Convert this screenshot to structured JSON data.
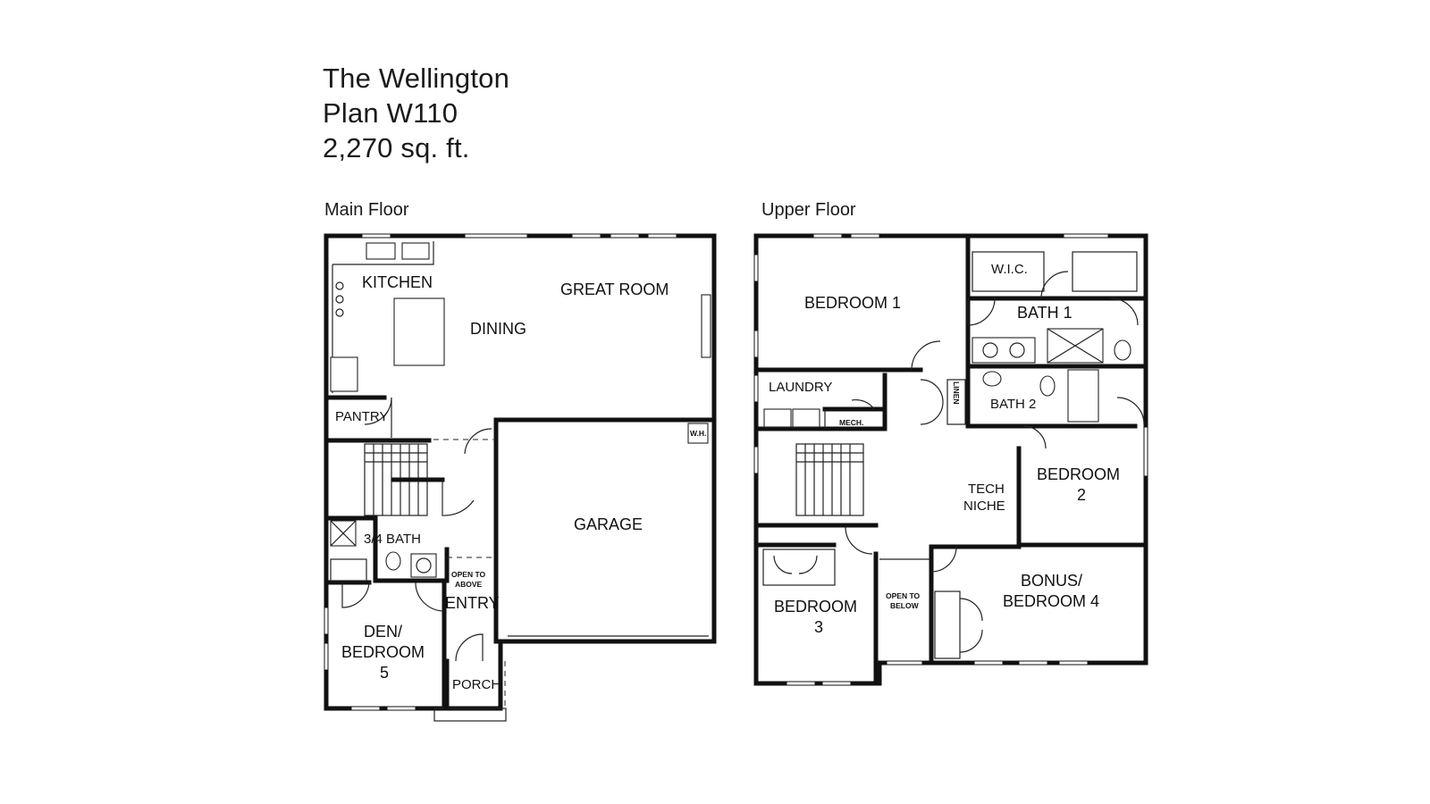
{
  "plan": {
    "name": "The Wellington",
    "plan_number": "Plan W110",
    "area": "2,270 sq. ft."
  },
  "main_floor": {
    "label": "Main Floor",
    "rooms": {
      "kitchen": "KITCHEN",
      "dining": "DINING",
      "great_room": "GREAT ROOM",
      "pantry": "PANTRY",
      "garage": "GARAGE",
      "wh": "W.H.",
      "bath34": "3/4 BATH",
      "open_above_1": "OPEN TO",
      "open_above_2": "ABOVE",
      "entry": "ENTRY",
      "den_1": "DEN/",
      "den_2": "BEDROOM",
      "den_3": "5",
      "porch": "PORCH"
    }
  },
  "upper_floor": {
    "label": "Upper Floor",
    "rooms": {
      "bedroom1": "BEDROOM 1",
      "wic": "W.I.C.",
      "bath1": "BATH 1",
      "laundry": "LAUNDRY",
      "linen": "LINEN",
      "bath2": "BATH 2",
      "mech": "MECH.",
      "tech_1": "TECH",
      "tech_2": "NICHE",
      "bedroom2_1": "BEDROOM",
      "bedroom2_2": "2",
      "bedroom3_1": "BEDROOM",
      "bedroom3_2": "3",
      "open_below_1": "OPEN TO",
      "open_below_2": "BELOW",
      "bonus_1": "BONUS/",
      "bonus_2": "BEDROOM 4"
    }
  }
}
